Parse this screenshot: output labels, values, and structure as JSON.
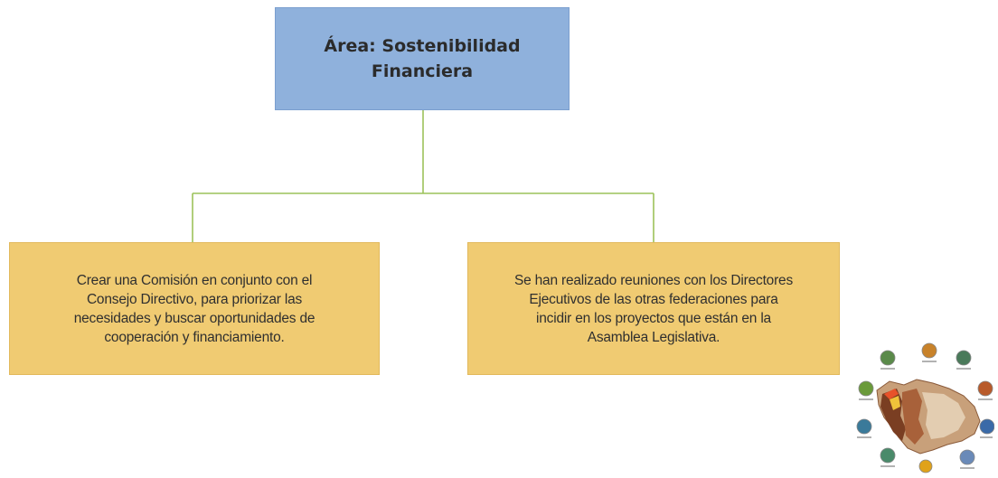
{
  "diagram": {
    "root": {
      "line1": "Área: Sostenibilidad",
      "line2": "Financiera"
    },
    "children": [
      {
        "lines": [
          "Crear una Comisión en conjunto con el",
          "Consejo Directivo, para priorizar las",
          "necesidades y buscar oportunidades de",
          "cooperación y financiamiento."
        ]
      },
      {
        "lines": [
          "Se han realizado reuniones con los Directores",
          "Ejecutivos de las otras federaciones para",
          "incidir en los proyectos que están en la",
          "Asamblea Legislativa."
        ]
      }
    ],
    "colors": {
      "root_fill": "#8fb1dc",
      "child_fill": "#f0cb72",
      "connector": "#9cc25a"
    }
  },
  "logo": {
    "name": "regional-map-emblem"
  }
}
